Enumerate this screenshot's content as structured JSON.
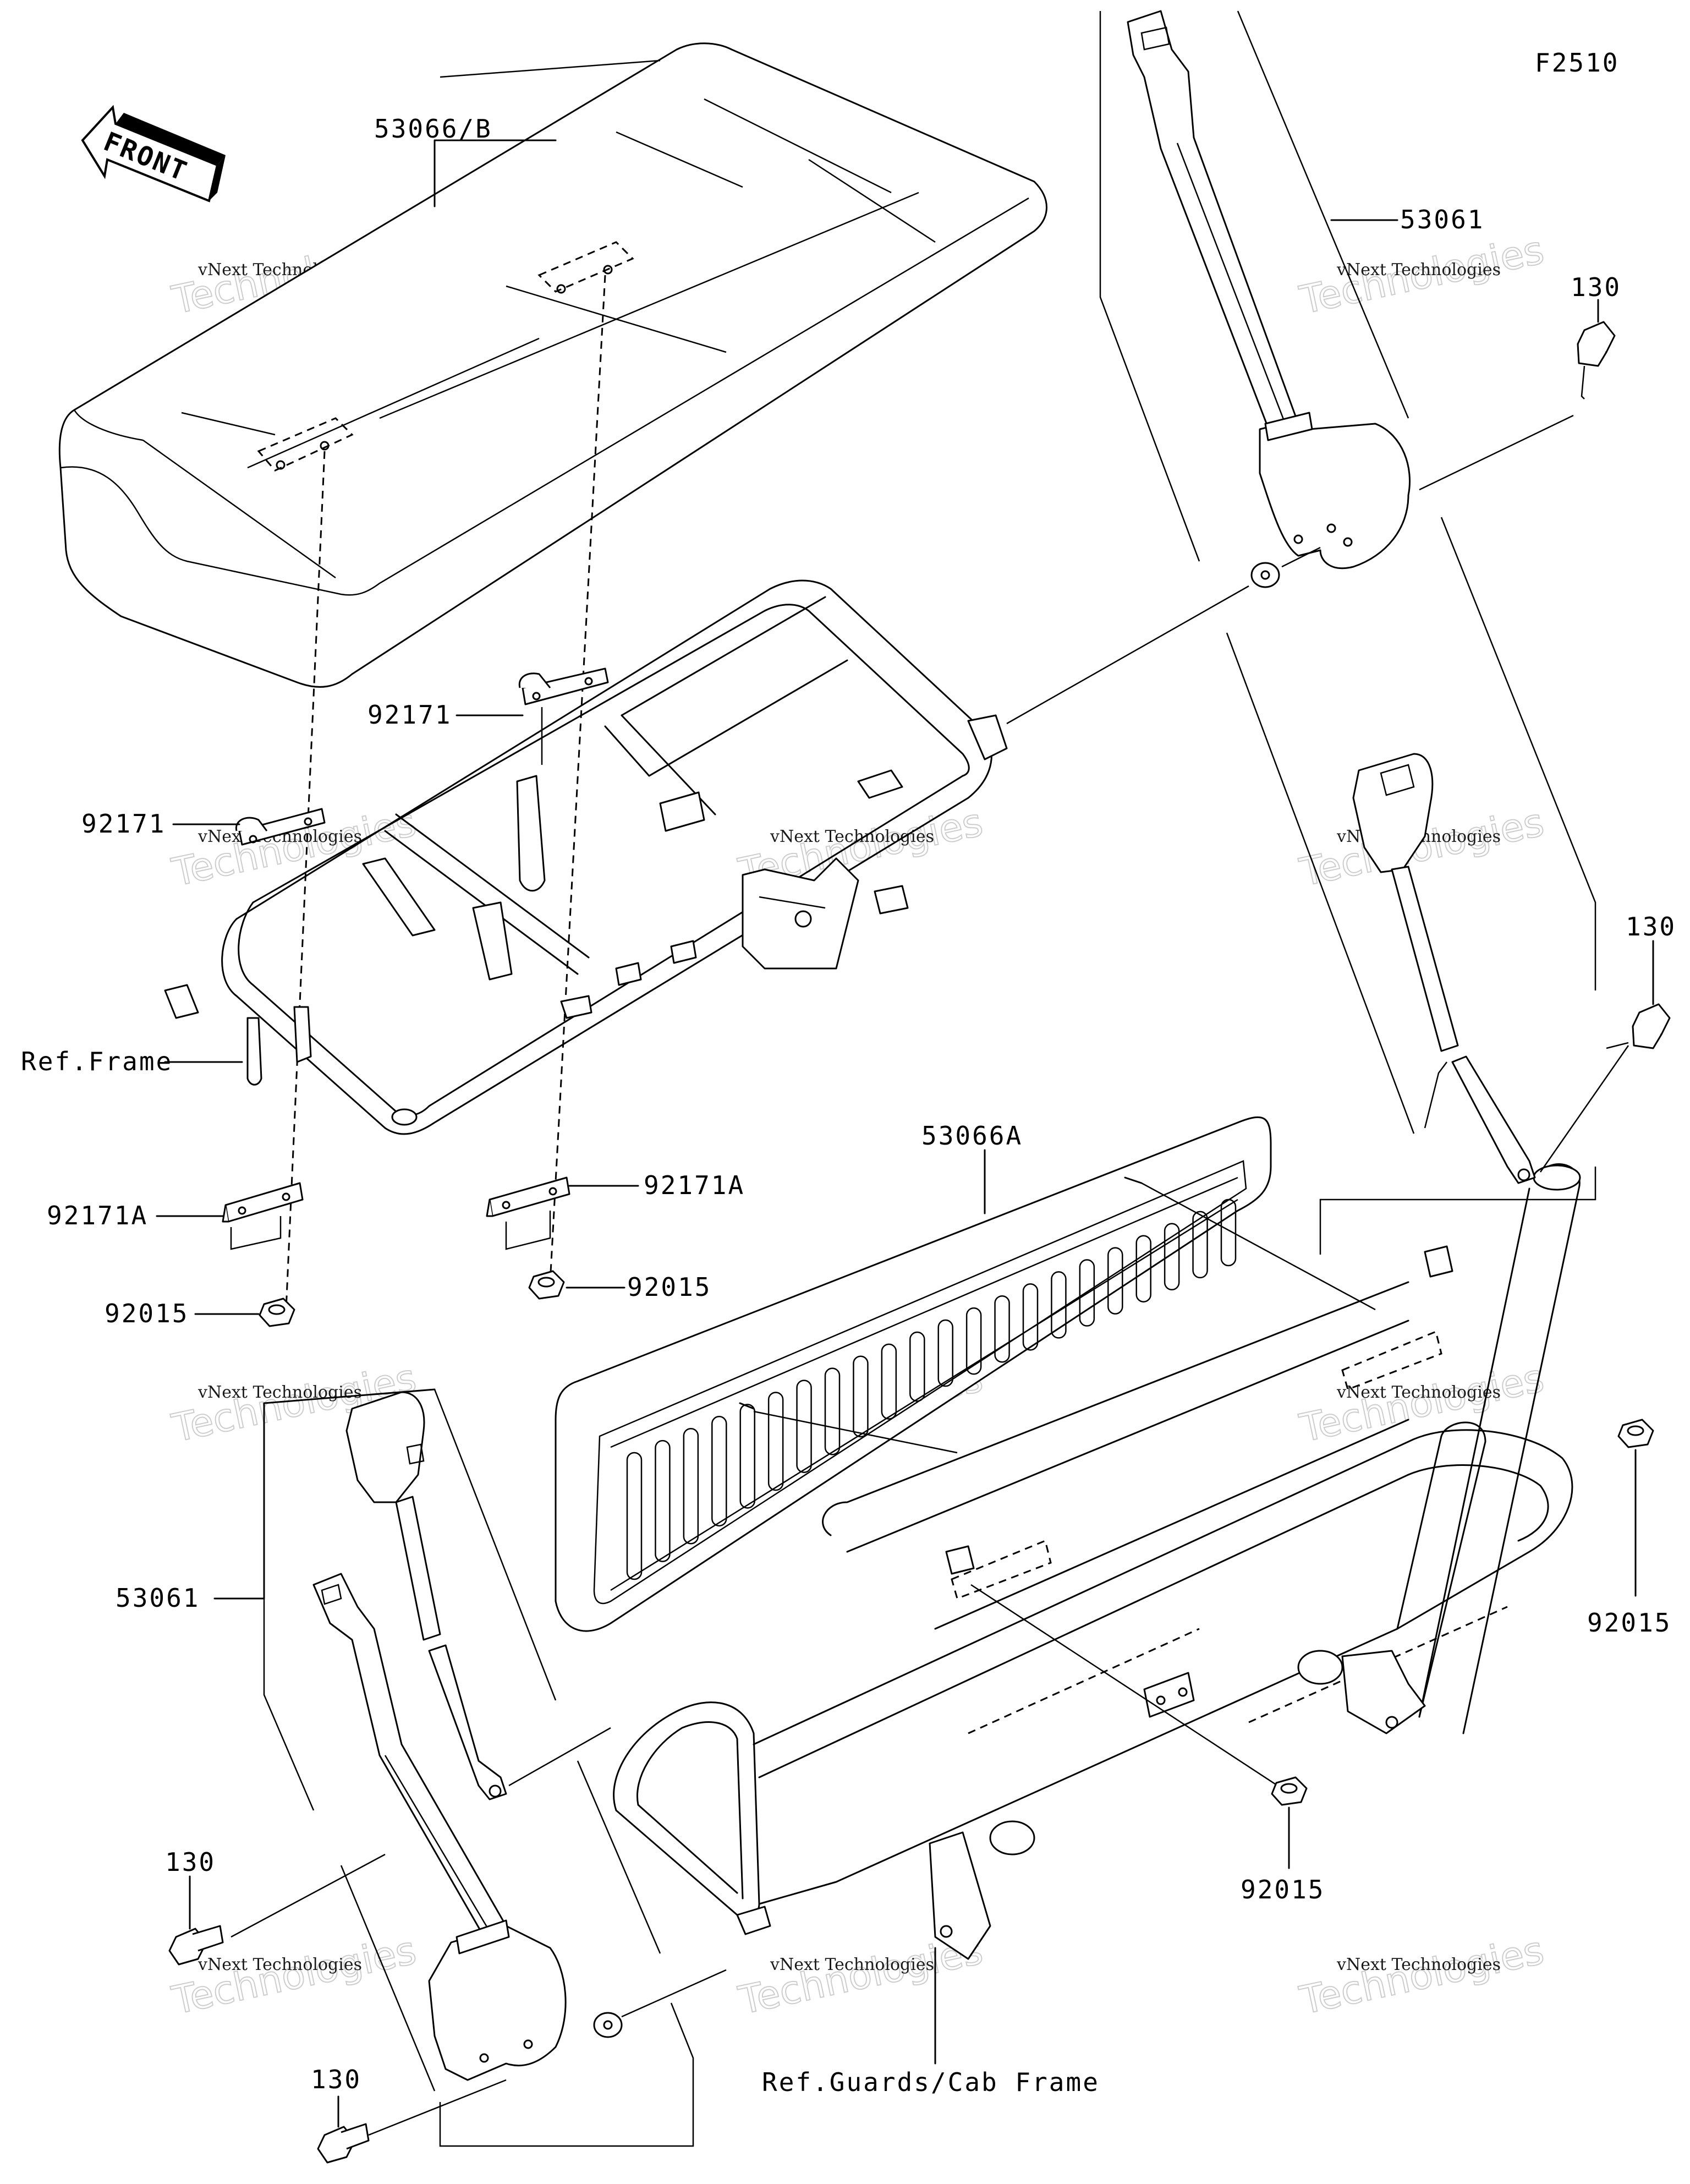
{
  "figure_code": "F2510",
  "front_arrow_label": "FRONT",
  "watermark": {
    "line1": "vNext Technologies",
    "line2": "Technologies"
  },
  "labels": {
    "seat_53066b": "53066/B",
    "belt_right_53061": "53061",
    "belt_left_53061": "53061",
    "bolt_130_a": "130",
    "bolt_130_b": "130",
    "bolt_130_c": "130",
    "bolt_130_d": "130",
    "bracket_92171_a": "92171",
    "bracket_92171_b": "92171",
    "bracket_92171A_a": "92171A",
    "bracket_92171A_b": "92171A",
    "nut_92015_a": "92015",
    "nut_92015_b": "92015",
    "nut_92015_c": "92015",
    "nut_92015_d": "92015",
    "backrest_53066A": "53066A",
    "ref_frame": "Ref.Frame",
    "ref_guards": "Ref.Guards/Cab Frame"
  }
}
